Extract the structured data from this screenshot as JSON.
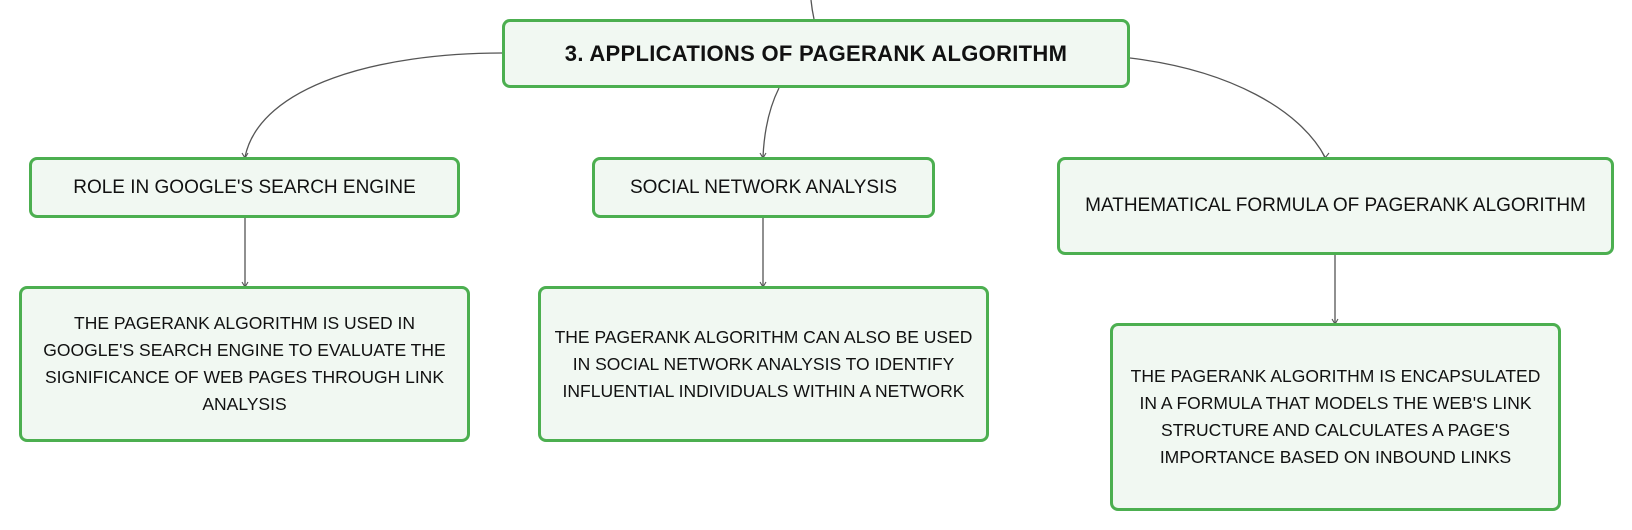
{
  "root": {
    "title": "3. APPLICATIONS OF PAGERANK ALGORITHM"
  },
  "topics": [
    {
      "label": "ROLE IN GOOGLE'S SEARCH ENGINE",
      "detail": "THE PAGERANK ALGORITHM IS USED IN GOOGLE'S SEARCH ENGINE TO EVALUATE THE SIGNIFICANCE OF WEB PAGES THROUGH LINK ANALYSIS"
    },
    {
      "label": "SOCIAL NETWORK ANALYSIS",
      "detail": "THE PAGERANK ALGORITHM CAN ALSO BE USED IN SOCIAL NETWORK ANALYSIS TO IDENTIFY INFLUENTIAL INDIVIDUALS WITHIN A NETWORK"
    },
    {
      "label": "MATHEMATICAL FORMULA OF PAGERANK ALGORITHM",
      "detail": "THE PAGERANK ALGORITHM IS ENCAPSULATED IN A FORMULA THAT MODELS THE WEB'S LINK STRUCTURE AND CALCULATES A PAGE'S IMPORTANCE BASED ON INBOUND LINKS"
    }
  ],
  "colors": {
    "node_border": "#4caf50",
    "node_fill": "#f1f8f2",
    "connector": "#555555"
  }
}
